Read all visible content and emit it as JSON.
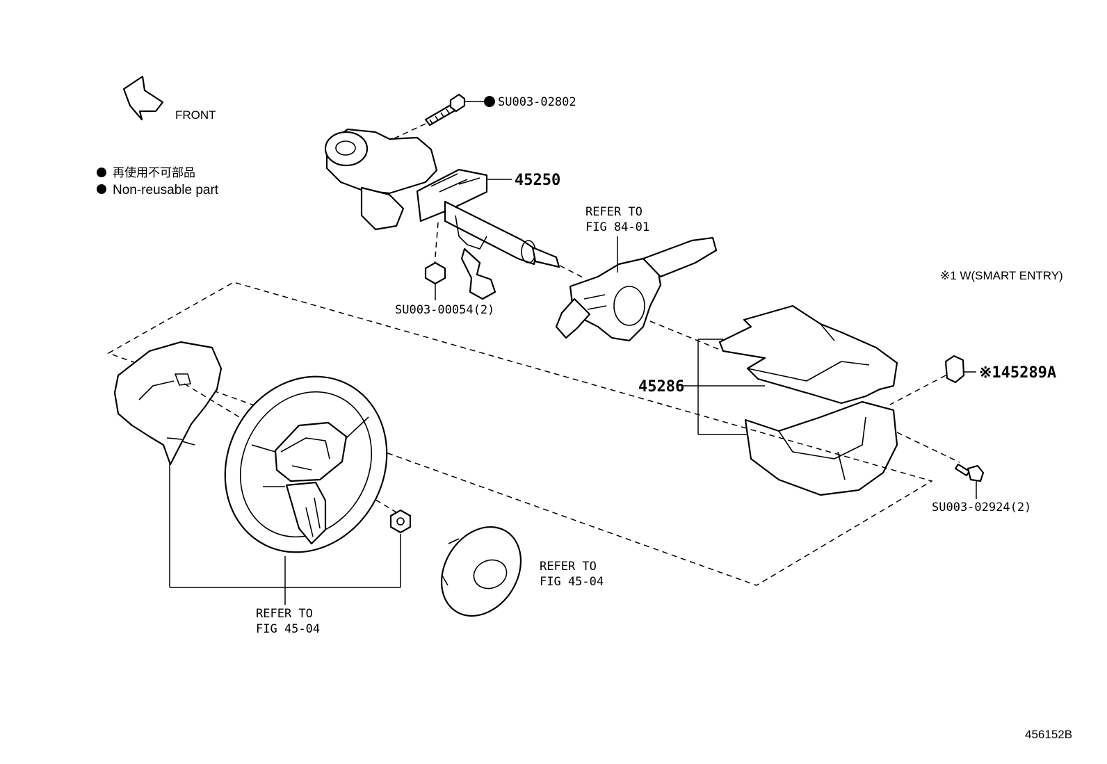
{
  "legend": {
    "front_label": "FRONT",
    "jp_note": "再使用不可部品",
    "en_note": "Non-reusable part",
    "smart_entry_note": "※1 W(SMART ENTRY)"
  },
  "parts": {
    "bolt_top": "SU003-02802",
    "column": "45250",
    "nut_column": "SU003-00054(2)",
    "cover": "45286",
    "clip": "※145289A",
    "screw_cover": "SU003-02924(2)"
  },
  "references": {
    "combination_switch": [
      "REFER TO",
      "FIG 84-01"
    ],
    "steering_wheel": [
      "REFER TO",
      "FIG 45-04"
    ],
    "airbag": [
      "REFER TO",
      "FIG 45-04"
    ]
  },
  "figure_id": "456152B"
}
